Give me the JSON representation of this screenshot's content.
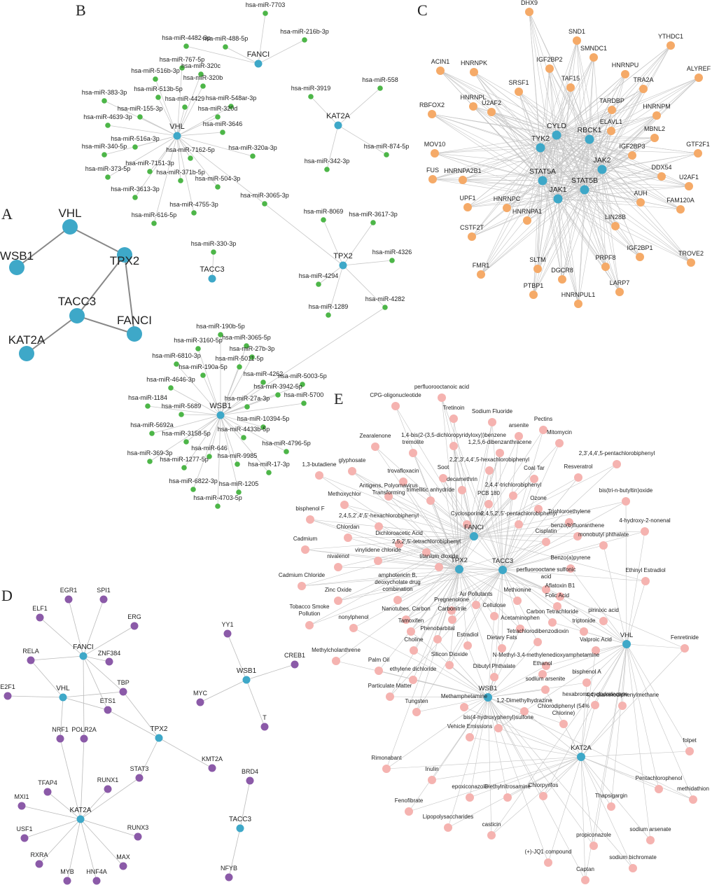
{
  "panels": {
    "A": {
      "letter": "A",
      "node_color": "#3ea8c8",
      "edge_color": "#888888",
      "nodes": [
        "VHL",
        "WSB1",
        "TPX2",
        "TACC3",
        "FANCI",
        "KAT2A"
      ],
      "edges": [
        [
          "VHL",
          "WSB1"
        ],
        [
          "VHL",
          "TPX2"
        ],
        [
          "TPX2",
          "TACC3"
        ],
        [
          "TPX2",
          "FANCI"
        ],
        [
          "TACC3",
          "FANCI"
        ],
        [
          "TACC3",
          "KAT2A"
        ]
      ]
    },
    "B": {
      "letter": "B",
      "hub_color": "#3ea8c8",
      "leaf_color": "#4db648",
      "edge_color": "#c8c8c8",
      "hubs": [
        "FANCI",
        "VHL",
        "KAT2A",
        "TPX2",
        "TACC3",
        "WSB1"
      ],
      "mirnas": [
        {
          "label": "hsa-miR-7703",
          "targets": [
            "FANCI"
          ]
        },
        {
          "label": "hsa-miR-488-5p",
          "targets": [
            "FANCI"
          ]
        },
        {
          "label": "hsa-miR-216b-3p",
          "targets": [
            "FANCI"
          ]
        },
        {
          "label": "hsa-miR-4482-3p",
          "targets": [
            "FANCI"
          ]
        },
        {
          "label": "hsa-miR-767-5p",
          "targets": [
            "VHL"
          ]
        },
        {
          "label": "hsa-miR-516b-3p",
          "targets": [
            "VHL"
          ]
        },
        {
          "label": "hsa-miR-320c",
          "targets": [
            "VHL"
          ]
        },
        {
          "label": "hsa-miR-320b",
          "targets": [
            "VHL"
          ]
        },
        {
          "label": "hsa-miR-513b-5p",
          "targets": [
            "VHL"
          ]
        },
        {
          "label": "hsa-miR-383-3p",
          "targets": [
            "VHL"
          ]
        },
        {
          "label": "hsa-miR-4429",
          "targets": [
            "VHL"
          ]
        },
        {
          "label": "hsa-miR-548ar-3p",
          "targets": [
            "VHL"
          ]
        },
        {
          "label": "hsa-miR-155-3p",
          "targets": [
            "VHL"
          ]
        },
        {
          "label": "hsa-miR-320d",
          "targets": [
            "VHL"
          ]
        },
        {
          "label": "hsa-miR-4639-3p",
          "targets": [
            "VHL"
          ]
        },
        {
          "label": "hsa-miR-3646",
          "targets": [
            "VHL"
          ]
        },
        {
          "label": "hsa-miR-516a-3p",
          "targets": [
            "VHL"
          ]
        },
        {
          "label": "hsa-miR-340-5p",
          "targets": [
            "VHL"
          ]
        },
        {
          "label": "hsa-miR-7162-5p",
          "targets": [
            "VHL"
          ]
        },
        {
          "label": "hsa-miR-320a-3p",
          "targets": [
            "VHL"
          ]
        },
        {
          "label": "hsa-miR-7151-3p",
          "targets": [
            "VHL"
          ]
        },
        {
          "label": "hsa-miR-373-5p",
          "targets": [
            "VHL"
          ]
        },
        {
          "label": "hsa-miR-371b-5p",
          "targets": [
            "VHL"
          ]
        },
        {
          "label": "hsa-miR-504-3p",
          "targets": [
            "VHL"
          ]
        },
        {
          "label": "hsa-miR-3613-3p",
          "targets": [
            "VHL"
          ]
        },
        {
          "label": "hsa-miR-3065-3p",
          "targets": [
            "VHL",
            "TPX2"
          ]
        },
        {
          "label": "hsa-miR-4755-3p",
          "targets": [
            "VHL"
          ]
        },
        {
          "label": "hsa-miR-616-5p",
          "targets": [
            "VHL"
          ]
        },
        {
          "label": "hsa-miR-558",
          "targets": [
            "KAT2A"
          ]
        },
        {
          "label": "hsa-miR-3919",
          "targets": [
            "KAT2A"
          ]
        },
        {
          "label": "hsa-miR-874-5p",
          "targets": [
            "KAT2A"
          ]
        },
        {
          "label": "hsa-miR-342-3p",
          "targets": [
            "KAT2A"
          ]
        },
        {
          "label": "hsa-miR-8069",
          "targets": [
            "TPX2"
          ]
        },
        {
          "label": "hsa-miR-3617-3p",
          "targets": [
            "TPX2"
          ]
        },
        {
          "label": "hsa-miR-4326",
          "targets": [
            "TPX2"
          ]
        },
        {
          "label": "hsa-miR-4294",
          "targets": [
            "TPX2"
          ]
        },
        {
          "label": "hsa-miR-1289",
          "targets": [
            "TPX2"
          ]
        },
        {
          "label": "hsa-miR-4282",
          "targets": [
            "TPX2",
            "WSB1"
          ]
        },
        {
          "label": "hsa-miR-330-3p",
          "targets": [
            "TACC3"
          ]
        },
        {
          "label": "hsa-miR-190b-5p",
          "targets": [
            "WSB1"
          ]
        },
        {
          "label": "hsa-miR-3160-5p",
          "targets": [
            "WSB1"
          ]
        },
        {
          "label": "hsa-miR-3065-5p",
          "targets": [
            "WSB1"
          ]
        },
        {
          "label": "hsa-miR-27b-3p",
          "targets": [
            "WSB1"
          ]
        },
        {
          "label": "hsa-miR-6810-3p",
          "targets": [
            "WSB1"
          ]
        },
        {
          "label": "hsa-miR-5011-5p",
          "targets": [
            "WSB1"
          ]
        },
        {
          "label": "hsa-miR-190a-5p",
          "targets": [
            "WSB1"
          ]
        },
        {
          "label": "hsa-miR-4262",
          "targets": [
            "WSB1"
          ]
        },
        {
          "label": "hsa-miR-5003-5p",
          "targets": [
            "WSB1"
          ]
        },
        {
          "label": "hsa-miR-4646-3p",
          "targets": [
            "WSB1"
          ]
        },
        {
          "label": "hsa-miR-3942-5p",
          "targets": [
            "WSB1"
          ]
        },
        {
          "label": "hsa-miR-1184",
          "targets": [
            "WSB1"
          ]
        },
        {
          "label": "hsa-miR-27a-3p",
          "targets": [
            "WSB1"
          ]
        },
        {
          "label": "hsa-miR-5689",
          "targets": [
            "WSB1"
          ]
        },
        {
          "label": "hsa-miR-5700",
          "targets": [
            "WSB1"
          ]
        },
        {
          "label": "hsa-miR-5692a",
          "targets": [
            "WSB1"
          ]
        },
        {
          "label": "hsa-miR-10394-5p",
          "targets": [
            "WSB1"
          ]
        },
        {
          "label": "hsa-miR-3158-5p",
          "targets": [
            "WSB1"
          ]
        },
        {
          "label": "hsa-miR-4433b-5p",
          "targets": [
            "WSB1"
          ]
        },
        {
          "label": "hsa-miR-646",
          "targets": [
            "WSB1"
          ]
        },
        {
          "label": "hsa-miR-4796-5p",
          "targets": [
            "WSB1"
          ]
        },
        {
          "label": "hsa-miR-369-3p",
          "targets": [
            "WSB1"
          ]
        },
        {
          "label": "hsa-miR-9985",
          "targets": [
            "WSB1"
          ]
        },
        {
          "label": "hsa-miR-1277-5p",
          "targets": [
            "WSB1"
          ]
        },
        {
          "label": "hsa-miR-17-3p",
          "targets": [
            "WSB1"
          ]
        },
        {
          "label": "hsa-miR-6822-3p",
          "targets": [
            "WSB1"
          ]
        },
        {
          "label": "hsa-miR-1205",
          "targets": [
            "WSB1"
          ]
        },
        {
          "label": "hsa-miR-4703-5p",
          "targets": [
            "WSB1"
          ]
        }
      ]
    },
    "C": {
      "letter": "C",
      "hub_color": "#3ea8c8",
      "leaf_color": "#f5aa68",
      "edge_color": "#c4c4c4",
      "hubs": [
        "CYLD",
        "RBCK1",
        "TYK2",
        "JAK2",
        "STAT5A",
        "STAT5B",
        "JAK1"
      ],
      "leaves": [
        "DHX9",
        "SND1",
        "YTHDC1",
        "SMNDC1",
        "IGF2BP2",
        "ACIN1",
        "HNRNPK",
        "HNRNPU",
        "ALYREF",
        "TAF15",
        "SRSF1",
        "TRA2A",
        "TARDBP",
        "HNRNPL",
        "RBFOX2",
        "U2AF2",
        "HNRNPM",
        "ELAVL1",
        "MBNL2",
        "MOV10",
        "IGF2BP3",
        "GTF2F1",
        "FUS",
        "HNRNPA2B1",
        "DDX54",
        "U2AF1",
        "UPF1",
        "HNRNPC",
        "AUH",
        "FAM120A",
        "HNRNPA1",
        "LIN28B",
        "CSTF2T",
        "IGF2BP1",
        "TROVE2",
        "PRPF8",
        "FMR1",
        "SLTM",
        "DGCR8",
        "PTBP1",
        "HNRNPUL1",
        "LARP7"
      ]
    },
    "D": {
      "letter": "D",
      "hub_color": "#3ea8c8",
      "leaf_color": "#8b5aa8",
      "edge_color": "#bbbbbb",
      "hubs": [
        "FANCI",
        "VHL",
        "TPX2",
        "KAT2A",
        "WSB1",
        "TACC3"
      ],
      "factors": [
        {
          "label": "EGR1",
          "targets": [
            "FANCI"
          ]
        },
        {
          "label": "SPI1",
          "targets": [
            "FANCI"
          ]
        },
        {
          "label": "ELF1",
          "targets": [
            "FANCI"
          ]
        },
        {
          "label": "ERG",
          "targets": [
            "FANCI"
          ]
        },
        {
          "label": "ZNF384",
          "targets": [
            "FANCI"
          ]
        },
        {
          "label": "RELA",
          "targets": [
            "FANCI",
            "VHL"
          ]
        },
        {
          "label": "E2F1",
          "targets": [
            "VHL"
          ]
        },
        {
          "label": "TBP",
          "targets": [
            "FANCI",
            "VHL",
            "TPX2"
          ]
        },
        {
          "label": "ETS1",
          "targets": [
            "FANCI",
            "VHL",
            "TPX2"
          ]
        },
        {
          "label": "POLR2A",
          "targets": [
            "FANCI",
            "KAT2A"
          ]
        },
        {
          "label": "NRF1",
          "targets": [
            "VHL",
            "KAT2A"
          ]
        },
        {
          "label": "KMT2A",
          "targets": [
            "TPX2"
          ]
        },
        {
          "label": "STAT3",
          "targets": [
            "TPX2",
            "KAT2A"
          ]
        },
        {
          "label": "TFAP4",
          "targets": [
            "KAT2A"
          ]
        },
        {
          "label": "RUNX1",
          "targets": [
            "KAT2A"
          ]
        },
        {
          "label": "MXI1",
          "targets": [
            "KAT2A"
          ]
        },
        {
          "label": "USF1",
          "targets": [
            "KAT2A"
          ]
        },
        {
          "label": "RUNX3",
          "targets": [
            "KAT2A"
          ]
        },
        {
          "label": "RXRA",
          "targets": [
            "KAT2A"
          ]
        },
        {
          "label": "MAX",
          "targets": [
            "KAT2A"
          ]
        },
        {
          "label": "MYB",
          "targets": [
            "KAT2A"
          ]
        },
        {
          "label": "HNF4A",
          "targets": [
            "KAT2A"
          ]
        },
        {
          "label": "YY1",
          "targets": [
            "WSB1"
          ]
        },
        {
          "label": "CREB1",
          "targets": [
            "WSB1"
          ]
        },
        {
          "label": "MYC",
          "targets": [
            "WSB1"
          ]
        },
        {
          "label": "T",
          "targets": [
            "WSB1"
          ]
        },
        {
          "label": "BRD4",
          "targets": [
            "TACC3"
          ]
        },
        {
          "label": "NFYB",
          "targets": [
            "TACC3"
          ]
        }
      ]
    },
    "E": {
      "letter": "E",
      "hub_color": "#3ea8c8",
      "leaf_color": "#f5b3b0",
      "edge_color": "#c4c4c4",
      "hubs": [
        "FANCI",
        "TPX2",
        "TACC3",
        "VHL",
        "WSB1",
        "KAT2A"
      ],
      "chemicals": [
        "perfluorooctanoic acid",
        "CPG-oligonucleotide",
        "Tretinoin",
        "Sodium Fluoride",
        "Pectins",
        "arsenite",
        "1,4-bis(2-(3,5-dichloropyridyloxy))benzene",
        "Zearalenone",
        "tremolite",
        "1,2,5,6-dibenzanthracene",
        "Mitomycin",
        "2,3',4,4',5-pentachlorobiphenyl",
        "glyphosate",
        "1,3-butadiene",
        "trovafloxacin",
        "2,2',3',4,4',5-hexachlorobiphenyl",
        "Coal Tar",
        "Resveratrol",
        "Soot",
        "Antigens, Polyomavirus Transforming",
        "decamethrin",
        "2,4,4'-trichlorobiphenyl",
        "Methoxychlor",
        "trimellitic anhydride",
        "bis(tri-n-butyltin)oxide",
        "PCB 180",
        "Trichloroethylene",
        "bisphenol F",
        "Ozone",
        "2,4,5,2',4',5'-hexachlorobiphenyl",
        "Cyclosporine",
        "2,4,5,2',5'-pentachlorobiphenyl",
        "benzo(b)fluoranthene",
        "4-hydroxy-2-nonenal",
        "Chlordan",
        "Dichloroacetic Acid",
        "Cisplatin",
        "monobutyl phthalate",
        "2,5,2',5'-tetrachlorobiphenyl",
        "Cadmium",
        "vinylidene chloride",
        "Benzo(a)pyrene",
        "titanium dioxide",
        "nivalenol",
        "perfluorooctane sulfonic acid",
        "Ethinyl Estradiol",
        "Aflatoxin B1",
        "amphotericin B, deoxycholate drug combination",
        "Cadmium Chloride",
        "Methionine",
        "Folic Acid",
        "Zinc Oxide",
        "Air Pollutants",
        "Pregnenolone",
        "Cellulose",
        "pirinixic acid",
        "Carbon Tetrachloride",
        "Nanotubes, Carbon",
        "Carbonitrile",
        "Tobacco Smoke Pollution",
        "Acetaminophen",
        "triptonide",
        "nonylphenol",
        "Tamoxifen",
        "Phenobarbital",
        "Tetrachlorodibenzodioxin",
        "Fenretinide",
        "Choline",
        "Estradiol",
        "Dietary Fats",
        "Valproic Acid",
        "Methylcholanthrene",
        "Silicon Dioxide",
        "N-Methyl-3,4-methylenedioxyamphetamine",
        "Ethanol",
        "Dibutyl Phthalate",
        "Palm Oil",
        "ethylene dichloride",
        "bisphenol A",
        "sodium arsenite",
        "hexabromocyclododecane",
        "Particulate Matter",
        "Methamphetamine",
        "1,2-Dimethylhydrazine",
        "Tungsten",
        "Chlorodiphenyl (54% Chlorine)",
        "4,4'-diaminodiphenylmethane",
        "bis(4-hydroxyphenyl)sulfone",
        "Vehicle Emissions",
        "folpet",
        "Rimonabant",
        "Inulin",
        "Pentachlorophenol",
        "methidathion",
        "epoxiconazole",
        "Diethylnitrosamine",
        "Chlorpyrifos",
        "Fenofibrate",
        "Lipopolysaccharides",
        "casticin",
        "Thapsigargin",
        "sodium arsenate",
        "propiconazole",
        "(+)-JQ1 compound",
        "sodium bichromate",
        "Captan"
      ]
    }
  }
}
